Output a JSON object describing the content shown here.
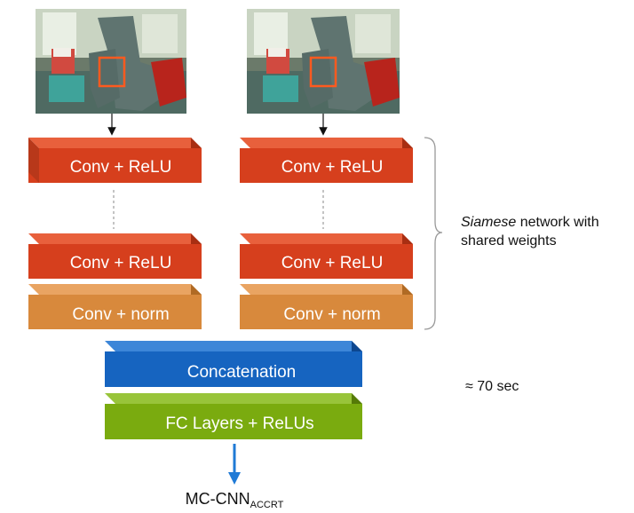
{
  "colors": {
    "conv_relu": "#d63f1d",
    "conv_norm": "#d8893c",
    "concatenation": "#1664c0",
    "fc_layers": "#7aab0f",
    "output_arrow": "#1f7ad6",
    "patch_box": "#ff5a1f"
  },
  "towers": [
    {
      "image_icon": "photo-chair-scene",
      "blocks": [
        "Conv + ReLU",
        "Conv + ReLU",
        "Conv + norm"
      ]
    },
    {
      "image_icon": "photo-chair-scene",
      "blocks": [
        "Conv + ReLU",
        "Conv + ReLU",
        "Conv + norm"
      ]
    }
  ],
  "siamese_note": {
    "italic": "Siamese",
    "rest_line1": " network with",
    "line2": "shared weights"
  },
  "merged_blocks": {
    "concatenation": "Concatenation",
    "fc": "FC Layers  + ReLUs"
  },
  "timing": "≈ 70 sec",
  "output": {
    "label": "MC-CNN",
    "subscript": "ACCRT"
  }
}
